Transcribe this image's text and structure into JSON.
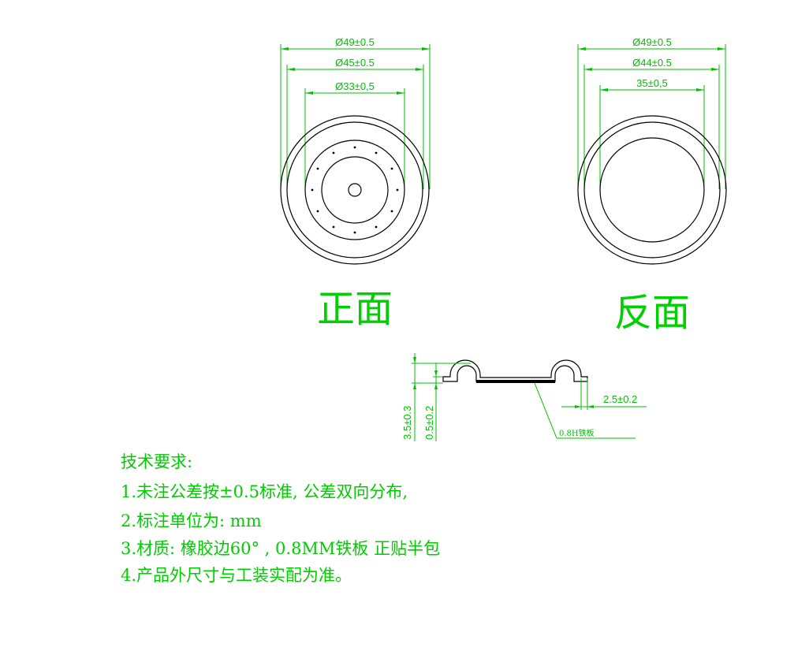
{
  "front": {
    "title": "正面",
    "dims": [
      "Ø49±0.5",
      "Ø45±0.5",
      "Ø33±0,5"
    ]
  },
  "back": {
    "title": "反面",
    "dims": [
      "Ø49±0.5",
      "Ø44±0.5",
      "35±0,5"
    ]
  },
  "section": {
    "dim_total_height": "3.5±0.3",
    "dim_plate_thickness": "0.5±0.2",
    "dim_edge": "2.5±0.2",
    "callout": "0.8H铁板"
  },
  "requirements": {
    "heading": "技术要求:",
    "items": [
      "1.未注公差按±0.5标准, 公差双向分布,",
      "2.标注单位为: mm",
      "3.材质: 橡胶边60° , 0.8MM铁板 正贴半包",
      "4.产品外尺寸与工装实配为准。"
    ]
  },
  "colors": {
    "line": "#000000",
    "dimension": "#00c000"
  }
}
